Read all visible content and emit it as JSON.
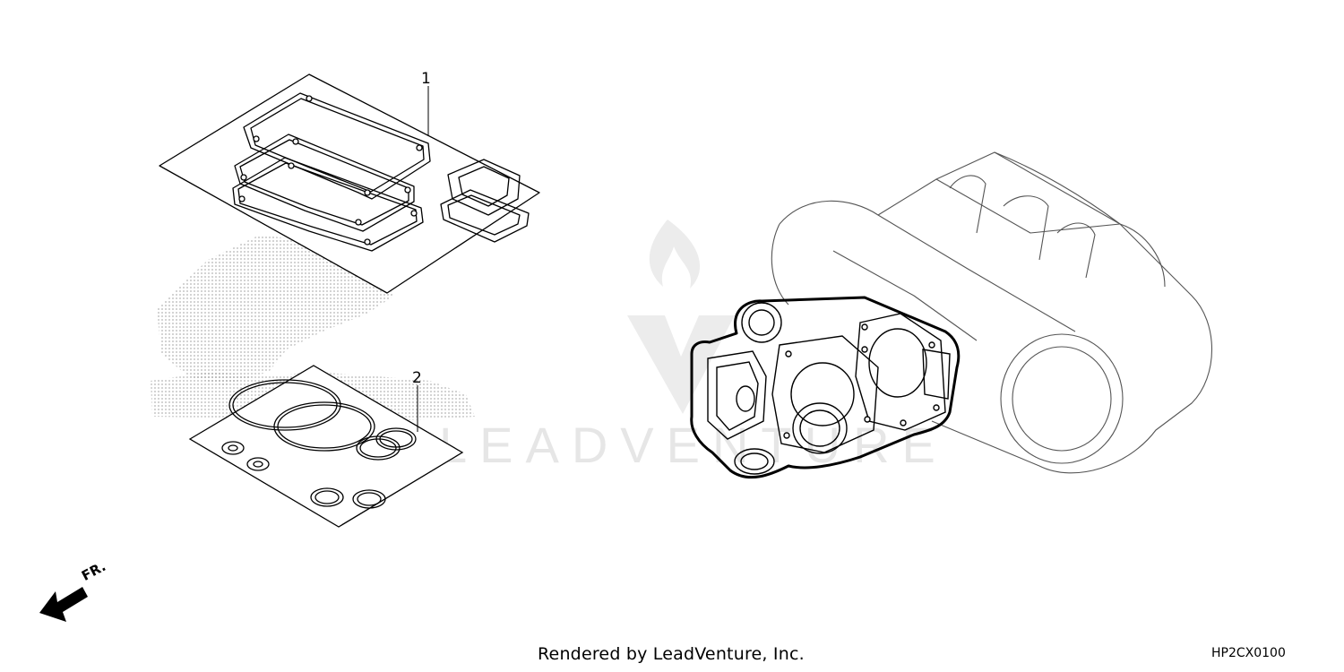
{
  "diagram": {
    "callouts": [
      {
        "number": "1"
      },
      {
        "number": "2"
      }
    ],
    "direction_label": "FR.",
    "footer_credit": "Rendered by LeadVenture, Inc.",
    "diagram_code": "HP2CX0100"
  },
  "watermark": {
    "text": "LEADVENTURE",
    "color": "#e6e6e6"
  },
  "colors": {
    "line": "#000000",
    "dot_tone": "#bdbdbd",
    "background": "#ffffff"
  }
}
